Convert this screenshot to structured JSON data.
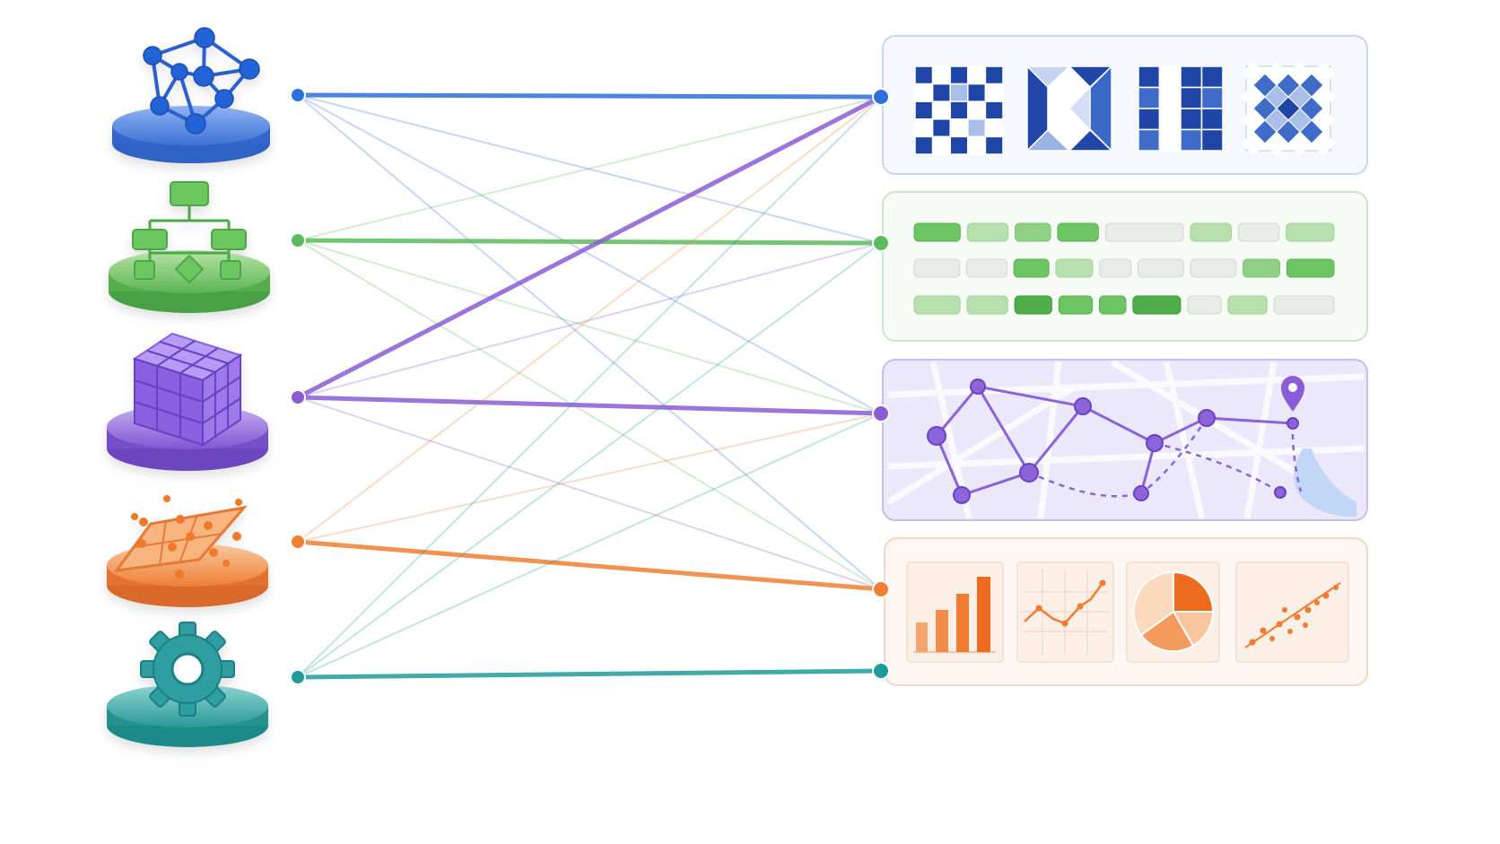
{
  "colors": {
    "blue": "#2f6fdc",
    "green": "#5cbb5c",
    "purple": "#8a5cd6",
    "orange": "#f07f32",
    "teal": "#1f9a9a",
    "background": "#ffffff"
  },
  "sources": [
    {
      "id": "graph",
      "icon": "molecule-graph-icon",
      "color": "#2f6fdc"
    },
    {
      "id": "flow",
      "icon": "flowchart-icon",
      "color": "#5cbb5c"
    },
    {
      "id": "cube",
      "icon": "cube-grid-icon",
      "color": "#8a5cd6"
    },
    {
      "id": "plane",
      "icon": "scatter-plane-icon",
      "color": "#f07f32"
    },
    {
      "id": "gear",
      "icon": "gear-icon",
      "color": "#1f9a9a"
    }
  ],
  "targets": [
    {
      "id": "patterns",
      "icon": "pattern-tiles-icon",
      "color": "#2f6fdc"
    },
    {
      "id": "sequences",
      "icon": "sequence-bars-icon",
      "color": "#5cbb5c"
    },
    {
      "id": "route",
      "icon": "map-route-icon",
      "color": "#8a5cd6"
    },
    {
      "id": "charts",
      "icon": "chart-panel-icon",
      "color": "#f07f32"
    }
  ],
  "connections": [
    {
      "from": 0,
      "to": 0,
      "strength": "strong"
    },
    {
      "from": 0,
      "to": 1,
      "strength": "faint"
    },
    {
      "from": 0,
      "to": 2,
      "strength": "faint"
    },
    {
      "from": 0,
      "to": 3,
      "strength": "faint"
    },
    {
      "from": 1,
      "to": 1,
      "strength": "strong"
    },
    {
      "from": 1,
      "to": 2,
      "strength": "faint"
    },
    {
      "from": 1,
      "to": 3,
      "strength": "faint"
    },
    {
      "from": 1,
      "to": 0,
      "strength": "faint"
    },
    {
      "from": 2,
      "to": 2,
      "strength": "strong"
    },
    {
      "from": 2,
      "to": 0,
      "strength": "strong"
    },
    {
      "from": 2,
      "to": 1,
      "strength": "faint"
    },
    {
      "from": 2,
      "to": 3,
      "strength": "faint"
    },
    {
      "from": 3,
      "to": 3,
      "strength": "strong"
    },
    {
      "from": 3,
      "to": 2,
      "strength": "faint"
    },
    {
      "from": 3,
      "to": 0,
      "strength": "faint"
    },
    {
      "from": 4,
      "to": 4,
      "strength": "strong"
    },
    {
      "from": 4,
      "to": 0,
      "strength": "faint"
    },
    {
      "from": 4,
      "to": 1,
      "strength": "faint"
    },
    {
      "from": 4,
      "to": 2,
      "strength": "faint"
    }
  ]
}
